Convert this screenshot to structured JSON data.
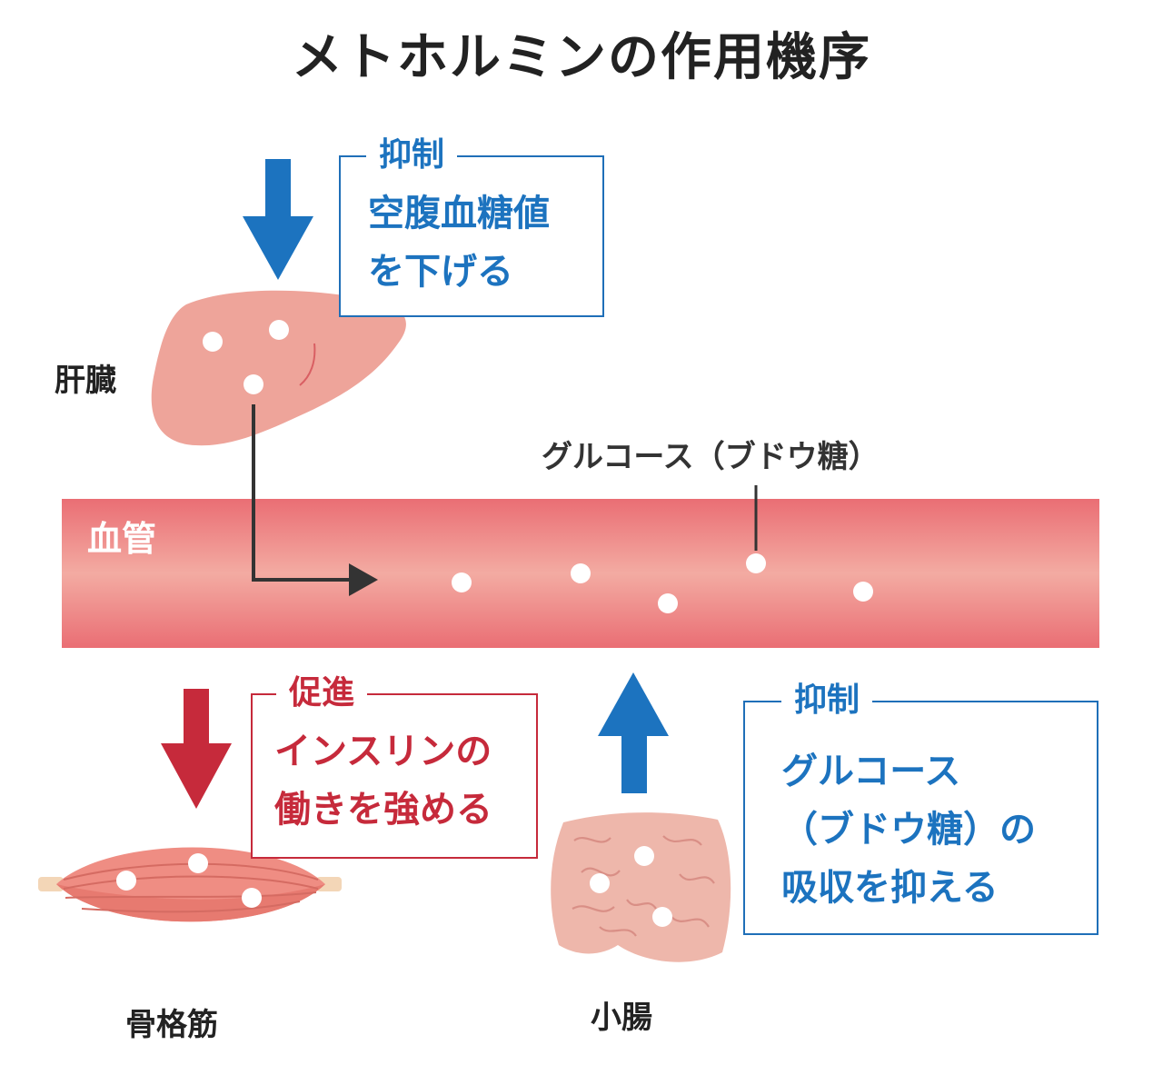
{
  "title": "メトホルミンの作用機序",
  "colors": {
    "blue": "#1c73bf",
    "red": "#c62a3b",
    "vessel": "#ec7f82",
    "organ": "#eea49a"
  },
  "vessel": {
    "label": "血管"
  },
  "glucose": {
    "label": "グルコース（ブドウ糖）"
  },
  "liver": {
    "label": "肝臓",
    "box": {
      "tag": "抑制",
      "lines": [
        "空腹血糖値",
        "を下げる"
      ]
    }
  },
  "muscle": {
    "label": "骨格筋",
    "box": {
      "tag": "促進",
      "lines": [
        "インスリンの",
        "働きを強める"
      ]
    }
  },
  "intestine": {
    "label": "小腸",
    "box": {
      "tag": "抑制",
      "lines": [
        "グルコース",
        "（ブドウ糖）の",
        "吸収を抑える"
      ]
    }
  }
}
